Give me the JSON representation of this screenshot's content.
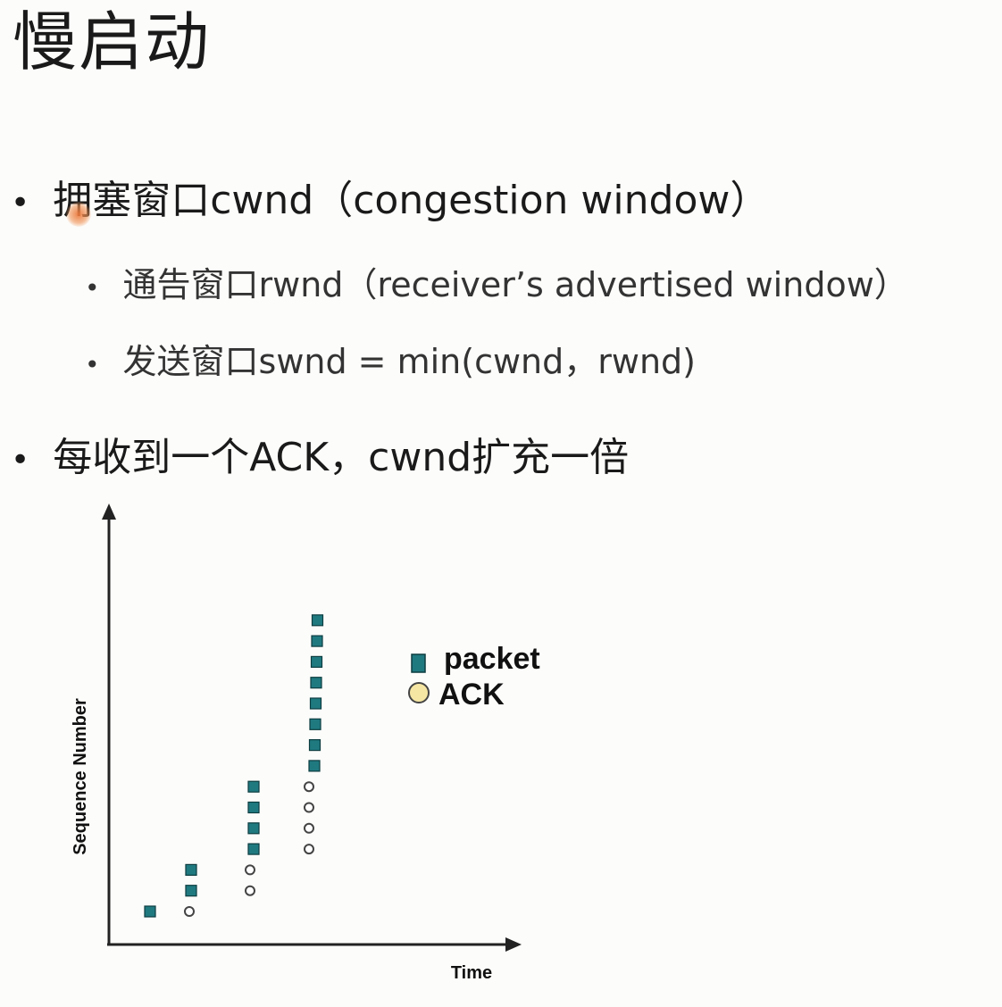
{
  "slide": {
    "title": "慢启动",
    "bullets": [
      {
        "text": "拥塞窗口cwnd（congestion window）"
      },
      {
        "text": "通告窗口rwnd（receiver’s advertised window）"
      },
      {
        "text": "发送窗口swnd = min(cwnd，rwnd)"
      },
      {
        "text": "每收到一个ACK，cwnd扩充一倍"
      }
    ]
  },
  "chart_data": {
    "type": "scatter",
    "xlabel": "Time",
    "ylabel": "Sequence Number",
    "legend": {
      "placement": "top-right",
      "entries": [
        {
          "name": "packet",
          "marker": "square",
          "color": "#1f7a80"
        },
        {
          "name": "ACK",
          "marker": "circle",
          "color": "#f5e6a3"
        }
      ]
    },
    "series": [
      {
        "name": "packet",
        "points": [
          [
            1,
            1
          ],
          [
            2,
            2
          ],
          [
            2,
            3
          ],
          [
            3,
            4
          ],
          [
            3,
            5
          ],
          [
            3,
            6
          ],
          [
            3,
            7
          ],
          [
            4,
            8
          ],
          [
            4,
            9
          ],
          [
            4,
            10
          ],
          [
            4,
            11
          ],
          [
            4,
            12
          ],
          [
            4,
            13
          ],
          [
            4,
            14
          ],
          [
            4,
            15
          ]
        ]
      },
      {
        "name": "ACK",
        "points": [
          [
            2,
            1
          ],
          [
            3,
            2
          ],
          [
            3,
            3
          ],
          [
            4,
            4
          ],
          [
            4,
            5
          ],
          [
            4,
            6
          ],
          [
            4,
            7
          ]
        ]
      }
    ]
  }
}
